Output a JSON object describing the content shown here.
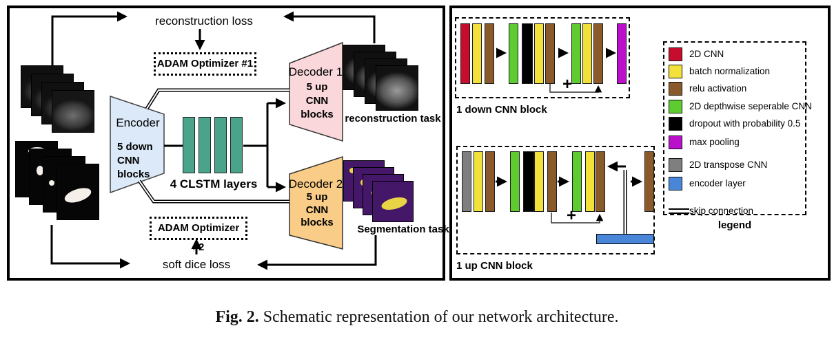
{
  "panel_left": {
    "reconstruction_loss": "reconstruction loss",
    "adam_optimizer_1": "ADAM Optimizer #1",
    "adam_optimizer_2": "ADAM Optimizer #2",
    "soft_dice_loss": "soft dice loss",
    "encoder": {
      "title": "Encoder",
      "line1": "5 down",
      "line2": "CNN",
      "line3": "blocks"
    },
    "clstm_label": "4 CLSTM layers",
    "decoder1": {
      "title": "Decoder 1",
      "line1": "5 up",
      "line2": "CNN",
      "line3": "blocks"
    },
    "decoder2": {
      "title": "Decoder 2",
      "line1": "5 up",
      "line2": "CNN",
      "line3": "blocks"
    },
    "reconstruction_task": "reconstruction task",
    "segmentation_task": "Segmentation task"
  },
  "panel_right": {
    "down_block": {
      "label": "1 down CNN block",
      "plus": "+",
      "layers": [
        "cnn_2d",
        "batch_norm",
        "relu",
        "dws_cnn",
        "dropout",
        "batch_norm",
        "relu",
        "dws_cnn",
        "batch_norm",
        "relu",
        "max_pool"
      ]
    },
    "up_block": {
      "label": "1 up CNN block",
      "plus": "+",
      "layers": [
        "transpose_cnn",
        "batch_norm",
        "relu",
        "dws_cnn",
        "dropout",
        "batch_norm",
        "relu",
        "dws_cnn",
        "batch_norm",
        "relu",
        "relu"
      ]
    },
    "legend": {
      "title": "legend",
      "items": [
        {
          "label": "2D CNN",
          "color_key": "cnn_2d"
        },
        {
          "label": "batch normalization",
          "color_key": "batch_norm"
        },
        {
          "label": "relu activation",
          "color_key": "relu"
        },
        {
          "label": "2D depthwise seperable CNN",
          "color_key": "dws_cnn"
        },
        {
          "label": "dropout with probability 0.5",
          "color_key": "dropout"
        },
        {
          "label": "max pooling",
          "color_key": "max_pool"
        },
        {
          "label": "2D transpose CNN",
          "color_key": "transpose_cnn"
        },
        {
          "label": "encoder layer",
          "color_key": "encoder_layer"
        },
        {
          "label": "skip connection",
          "type": "skip"
        }
      ]
    }
  },
  "caption": {
    "label": "Fig. 2.",
    "text": "Schematic representation of our network architecture."
  },
  "colors": {
    "cnn_2d": "#c70c2d",
    "batch_norm": "#f2e13a",
    "relu": "#8a5a2b",
    "dws_cnn": "#5ecc30",
    "dropout": "#000000",
    "max_pool": "#ba10cb",
    "transpose_cnn": "#7f7f7f",
    "encoder_layer": "#4a86d8",
    "encoder_fill": "#dce9f8",
    "decoder1_fill": "#f9d7da",
    "decoder2_fill": "#f9cd87",
    "clstm_fill": "#4aa48c",
    "seg_purple": "#451769",
    "seg_yellow": "#e8d444"
  }
}
